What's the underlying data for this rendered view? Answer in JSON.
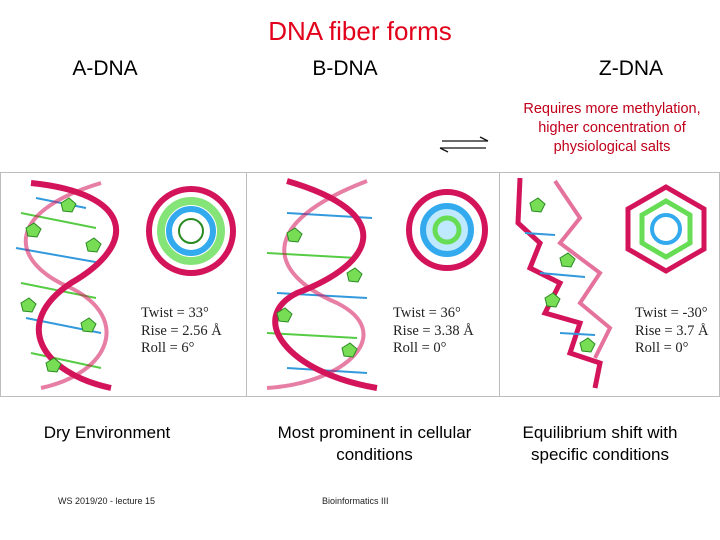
{
  "slide": {
    "title": "DNA fiber forms",
    "columns": [
      {
        "heading": "A-DNA",
        "twist": "Twist = 33°",
        "rise": "Rise = 2.56 Å",
        "roll": "Roll = 6°",
        "caption": "Dry Environment"
      },
      {
        "heading": "B-DNA",
        "twist": "Twist = 36°",
        "rise": "Rise = 3.38 Å",
        "roll": "Roll = 0°",
        "caption_line1": "Most prominent in cellular",
        "caption_line2": "conditions"
      },
      {
        "heading": "Z-DNA",
        "twist": "Twist = -30°",
        "rise": "Rise = 3.7 Å",
        "roll": "Roll = 0°",
        "caption_line1": "Equilibrium shift with",
        "caption_line2": "specific conditions"
      }
    ],
    "z_note": {
      "line1": "Requires more methylation,",
      "line2": "higher concentration of",
      "line3": "physiological salts"
    },
    "footer": {
      "left": "WS 2019/20 - lecture 15",
      "right": "Bioinformatics III"
    }
  },
  "colors": {
    "title": "#e2001a",
    "note": "#c0001a",
    "backbone": "#d4145a",
    "base_green": "#66dd55",
    "base_blue": "#33aaee"
  },
  "icons": [
    "equilibrium-arrows-icon",
    "helix-side-view",
    "helix-top-view"
  ]
}
